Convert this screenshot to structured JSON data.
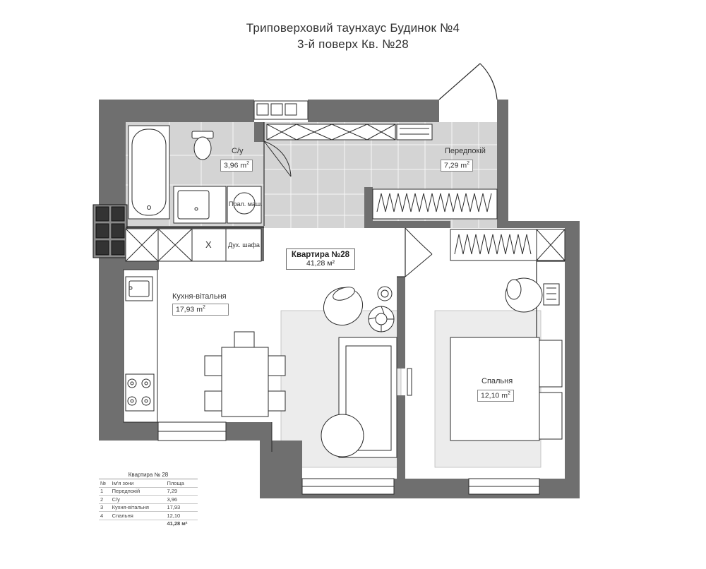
{
  "header": {
    "line1": "Триповерховий таунхаус Будинок №4",
    "line2": "3-й поверх Кв. №28"
  },
  "apartment": {
    "name": "Квартира №28",
    "area": "41,28 м²"
  },
  "rooms": {
    "bathroom": {
      "name": "С/у",
      "area": "3,96 m",
      "unit_sup": "2"
    },
    "hallway": {
      "name": "Передпокій",
      "area": "7,29 m",
      "unit_sup": "2"
    },
    "kitchen": {
      "name": "Кухня-вітальня",
      "area": "17,93 m",
      "unit_sup": "2"
    },
    "bedroom": {
      "name": "Спальня",
      "area": "12,10 m",
      "unit_sup": "2"
    }
  },
  "fixtures": {
    "washer": "Прал. маш.",
    "oven_cabinet": "Дух. шафа",
    "x_mark": "X"
  },
  "legend": {
    "caption": "Квартира № 28",
    "headers": [
      "№",
      "Ім'я зони",
      "Площа"
    ],
    "rows": [
      [
        "1",
        "Передпокій",
        "7,29"
      ],
      [
        "2",
        "С/у",
        "3,96"
      ],
      [
        "3",
        "Кухня-вітальня",
        "17,93"
      ],
      [
        "4",
        "Спальня",
        "12,10"
      ]
    ],
    "total": "41,28 м²"
  },
  "colors": {
    "wall": "#6f6f6f",
    "tile": "#d4d4d4",
    "rug": "#ececec",
    "line": "#2b2b2b"
  }
}
